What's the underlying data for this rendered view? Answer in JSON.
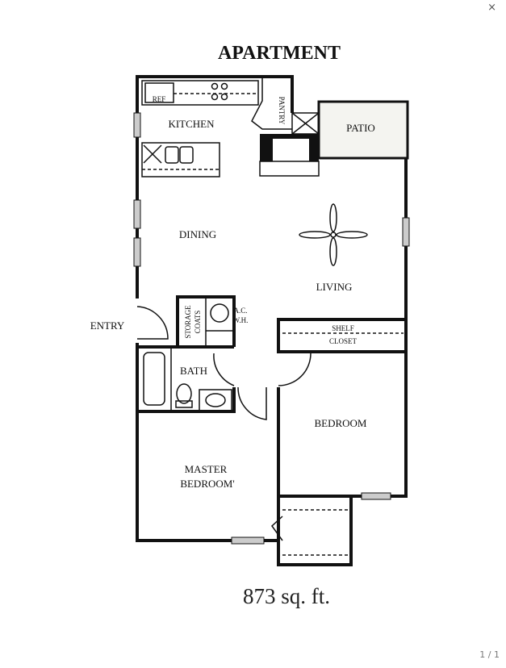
{
  "viewer": {
    "close_icon": "×",
    "page_indicator": "1 / 1"
  },
  "plan": {
    "title": "APARTMENT",
    "area": "873 sq. ft.",
    "rooms": {
      "ref": "REF",
      "kitchen": "KITCHEN",
      "pantry": "PANTRY",
      "patio": "PATIO",
      "dining": "DINING",
      "living": "LIVING",
      "entry": "ENTRY",
      "storage": "STORAGE",
      "coats": "COATS",
      "ac": "A.C.",
      "wh": "W.H.",
      "shelf": "SHELF",
      "closet": "CLOSET",
      "bath": "BATH",
      "bedroom": "BEDROOM",
      "master1": "MASTER",
      "master2": "BEDROOM'"
    }
  }
}
